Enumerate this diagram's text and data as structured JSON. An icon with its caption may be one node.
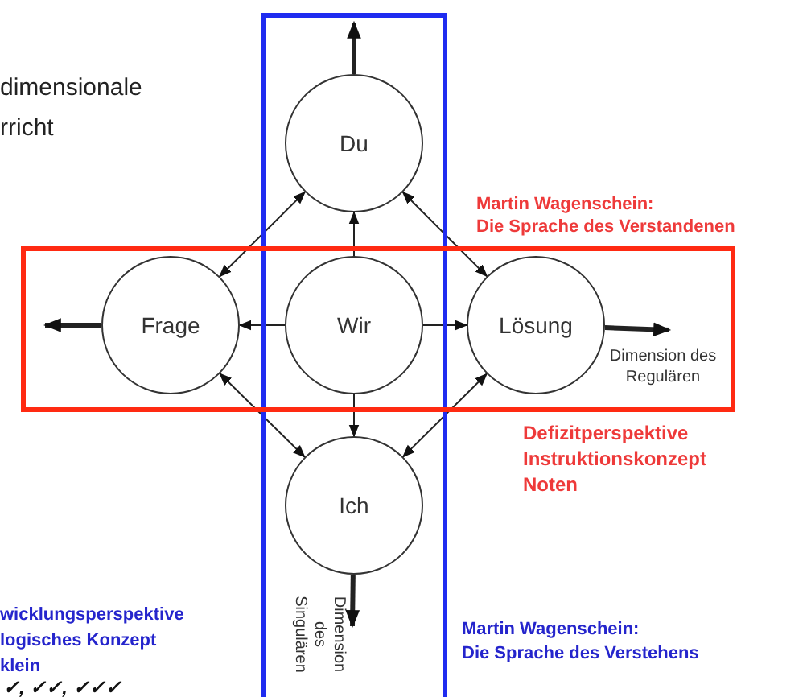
{
  "diagram": {
    "nodes": [
      {
        "text": [],
        "shape": "box"
      },
      {
        "text": [],
        "shape": "box"
      },
      {
        "text": [
          "Du"
        ],
        "in": 0
      },
      {
        "text": [
          "Frage"
        ],
        "in": 1
      },
      {
        "text": [
          "Wir"
        ]
      },
      {
        "text": [
          "Lösung"
        ],
        "in": 1
      },
      {
        "text": [
          "Ich"
        ],
        "in": 0
      },
      {
        "text": [
          "Dimension des Regulären"
        ],
        "in": 1
      },
      {
        "text": [
          "Dimension des Singulären"
        ],
        "in": 0
      }
    ],
    "edges": [
      {
        "from": 2,
        "to": null,
        "arrow": "to",
        "style": "thick"
      },
      {
        "from": 4,
        "to": 2,
        "arrow": "to"
      },
      {
        "from": 2,
        "to": 3,
        "arrow": "both"
      },
      {
        "from": 2,
        "to": 5,
        "arrow": "both"
      },
      {
        "from": 4,
        "to": 3,
        "arrow": "to"
      },
      {
        "from": 4,
        "to": 5,
        "arrow": "to"
      },
      {
        "from": 3,
        "to": null,
        "arrow": "to",
        "style": "thick"
      },
      {
        "from": 5,
        "to": 7,
        "arrow": "to",
        "style": "thick"
      },
      {
        "from": 3,
        "to": 6,
        "arrow": "both"
      },
      {
        "from": 5,
        "to": 6,
        "arrow": "both"
      },
      {
        "from": 4,
        "to": 6,
        "arrow": "to"
      },
      {
        "from": 6,
        "to": 8,
        "arrow": "to",
        "style": "thick"
      }
    ],
    "labels": [
      "dimensionale",
      "rricht",
      "Martin Wagenschein:",
      "Die Sprache des Verstandenen",
      "Defizitperspektive",
      "Instruktionskonzept",
      "Noten",
      "wicklungsperspektive",
      "logisches Konzept",
      "klein",
      "✓, ✓✓, ✓✓✓",
      "Martin Wagenschein:",
      "Die Sprache des Verstehens"
    ]
  }
}
